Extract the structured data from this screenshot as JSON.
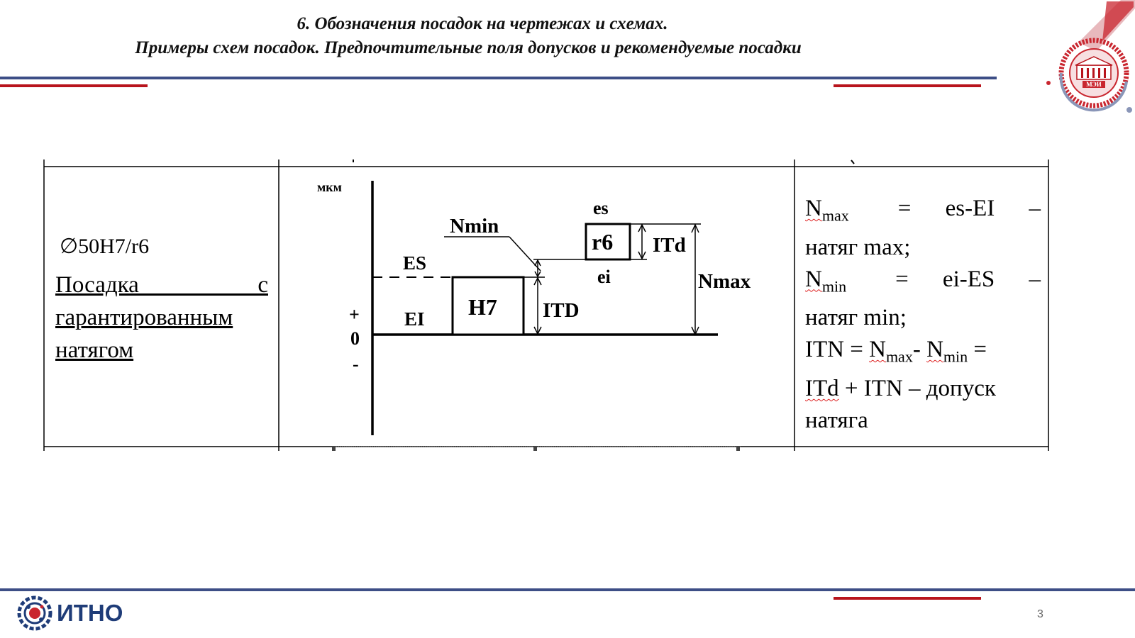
{
  "header": {
    "title_line1": "6. Обозначения посадок на чертежах и схемах.",
    "title_line2": "Примеры схем посадок. Предпочтительные поля допусков и рекомендуемые посадки",
    "emblem_text": "МЭИ"
  },
  "colors": {
    "navy": "#3d4e86",
    "red": "#b8141c"
  },
  "table": {
    "fit_code": "∅50H7/r6",
    "fit_description_lines": [
      "Посадка с",
      "гарантированным",
      "натягом"
    ],
    "formulas": {
      "nmax_label": "N",
      "nmax_sub": "max",
      "nmax_expr": "= es-EI –",
      "nmax_desc": "натяг max;",
      "nmin_label": "N",
      "nmin_sub": "min",
      "nmin_expr": "= ei-ES –",
      "nmin_desc": "натяг min;",
      "itn_prefix": "ITN = ",
      "itn_nmax": "N",
      "itn_nmax_sub": "max",
      "itn_minus": "- ",
      "itn_nmin": "N",
      "itn_nmin_sub": "min",
      "itn_eq": " =",
      "itd_term": "ITd",
      "itn_tail": " + ITN – допуск",
      "itn_desc": "натяга"
    }
  },
  "diagram": {
    "unit": "мкм",
    "plus": "+",
    "zero": "0",
    "minus": "-",
    "es_upper": "ES",
    "ei_upper": "EI",
    "es_lower": "es",
    "ei_lower": "ei",
    "hole_field": "H7",
    "shaft_field": "r6",
    "nmin": "Nmin",
    "nmax": "Nmax",
    "itd_hole": "ITD",
    "itd_shaft": "ITd"
  },
  "footer": {
    "brand": "ИТНО",
    "page_number": "3"
  }
}
